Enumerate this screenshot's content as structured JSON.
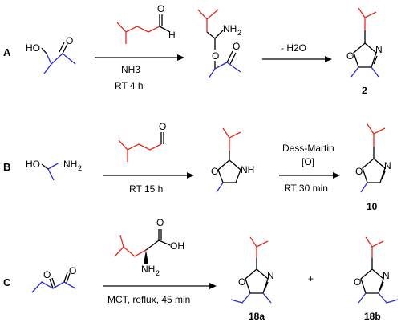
{
  "rows": {
    "A": "A",
    "B": "B",
    "C": "C"
  },
  "atoms": {
    "HO": "HO",
    "O": "O",
    "H": "H",
    "N": "N",
    "NH": "NH",
    "NH2_sub": "2",
    "NH2_main": "NH",
    "OH": "OH"
  },
  "conditions": {
    "A_reagent": "NH3",
    "A_time": "RT 4 h",
    "A_step2": "- H2O",
    "B_time": "RT 15 h",
    "B_step2_reagent": "Dess-Martin",
    "B_step2_ox": "[O]",
    "B_step2_time": "RT 30 min",
    "C_time": "MCT, reflux, 45 min",
    "plus": "+"
  },
  "compounds": {
    "c2": "2",
    "c10": "10",
    "c18a": "18a",
    "c18b": "18b"
  },
  "colors": {
    "reactant_skeleton": "#2b2bd4",
    "aldehyde_skeleton": "#e8281e",
    "heteroatom_frame": "#000000"
  }
}
